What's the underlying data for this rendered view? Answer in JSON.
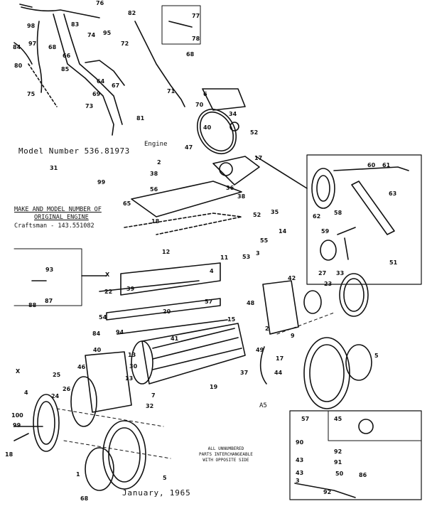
{
  "model_number": "Model Number 536.81973",
  "make_model_heading_line1": "MAKE AND MODEL NUMBER OF",
  "make_model_heading_line2": "ORIGINAL ENGINE",
  "craftsman_line": "Craftsman - 143.551082",
  "engine_label": "Engine",
  "date_label": "January, 1965",
  "note_lines": [
    "ALL UNNUMBERED",
    "PARTS INTERCHANGEABLE",
    "WITH OPPOSITE SIDE"
  ],
  "revision_mark": "A5",
  "x_markers": [
    "X",
    "X"
  ],
  "part_numbers": [
    "76",
    "82",
    "77",
    "98",
    "97",
    "83",
    "74",
    "95",
    "84",
    "68",
    "78",
    "72",
    "66",
    "80",
    "68",
    "85",
    "64",
    "67",
    "69",
    "75",
    "73",
    "71",
    "70",
    "6",
    "81",
    "34",
    "52",
    "40",
    "47",
    "2",
    "17",
    "38",
    "56",
    "36",
    "60",
    "61",
    "31",
    "99",
    "63",
    "65",
    "38",
    "35",
    "52",
    "62",
    "58",
    "18",
    "55",
    "14",
    "59",
    "51",
    "53",
    "3",
    "12",
    "11",
    "4",
    "27",
    "33",
    "93",
    "42",
    "39",
    "22",
    "23",
    "57",
    "88",
    "87",
    "48",
    "20",
    "54",
    "15",
    "9",
    "84",
    "94",
    "41",
    "19",
    "13",
    "13",
    "40",
    "49",
    "2",
    "5",
    "44",
    "17",
    "46",
    "25",
    "30",
    "37",
    "7",
    "4",
    "26",
    "24",
    "32",
    "100",
    "99",
    "18",
    "1",
    "68",
    "5",
    "57",
    "45",
    "90",
    "92",
    "43",
    "91",
    "43",
    "50",
    "86",
    "92",
    "3"
  ]
}
